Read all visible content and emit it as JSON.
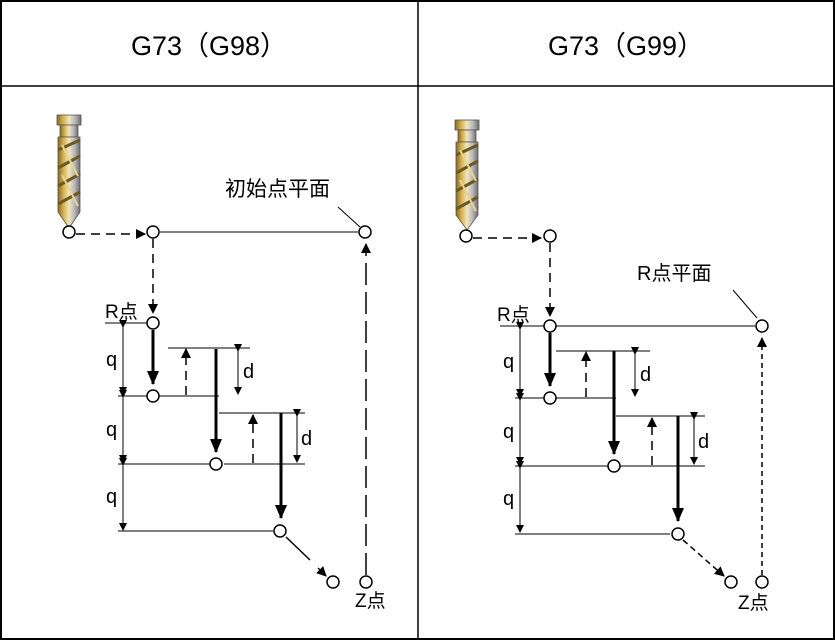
{
  "table": {
    "left_header": "G73（G98）",
    "right_header": "G73（G99）"
  },
  "left": {
    "initial_plane_label": "初始点平面",
    "r_point_label": "R点",
    "z_point_label": "Z点",
    "q_labels": [
      "q",
      "q",
      "q"
    ],
    "d_labels": [
      "d",
      "d"
    ]
  },
  "right": {
    "r_plane_label": "R点平面",
    "r_point_label": "R点",
    "z_point_label": "Z点",
    "q_labels": [
      "q",
      "q",
      "q"
    ],
    "d_labels": [
      "d",
      "d"
    ]
  },
  "colors": {
    "line": "#000000",
    "drill_gold": "#d9b04a",
    "drill_gray": "#a8a8a8"
  },
  "icons": [
    "drill-bit-icon"
  ]
}
